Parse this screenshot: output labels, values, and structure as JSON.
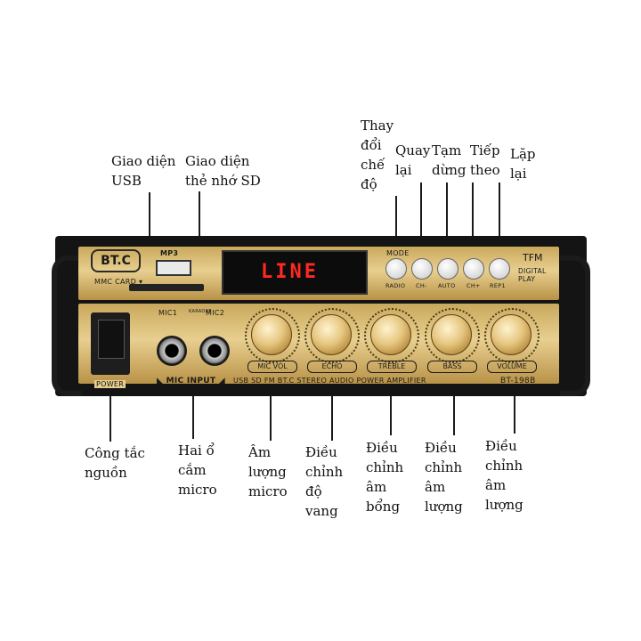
{
  "callouts": {
    "usb": "Giao diện\nUSB",
    "sd": "Giao diện\nthẻ nhớ SD",
    "mode": "Thay\nđổi\nchế\nđộ",
    "prev": "Quay\nlại",
    "pause": "Tạm\ndừng",
    "next": "Tiếp\ntheo",
    "repeat": "Lặp\nlại",
    "power": "Công tắc\nnguồn",
    "mic_jacks": "Hai ổ\ncắm\nmicro",
    "mic_vol": "Âm\nlượng\nmicro",
    "echo": "Điều\nchỉnh\nđộ\nvang",
    "treble": "Điều\nchỉnh\nâm\nbổng",
    "bass": "Điều\nchỉnh\nâm\nlượng",
    "volume": "Điều\nchỉnh\nâm\nlượng"
  },
  "device": {
    "brand": "BT.C",
    "mp3": "MP3",
    "mmc_card": "MMC CARD ▾",
    "display_text": "LINE",
    "mode_label": "MODE",
    "radio_label": "RADIO",
    "ch_minus": "CH-",
    "auto": "AUTO",
    "ch_plus": "CH+",
    "rep1": "REP1",
    "tfm": "TFM",
    "digital_play": "DIGITAL\nPLAY",
    "mic1": "MIC1",
    "mic2": "MIC2",
    "karaoke": "KARAOKE",
    "mic_input": "◣ MIC  INPUT ◢",
    "power_label": "POWER",
    "tagline": "USB SD FM BT.C STEREO AUDIO POWER AMPLIFIER",
    "model": "BT-198B",
    "knobs": [
      "MIC VOL",
      "ECHO",
      "TREBLE",
      "BASS",
      "VOLUME"
    ]
  }
}
